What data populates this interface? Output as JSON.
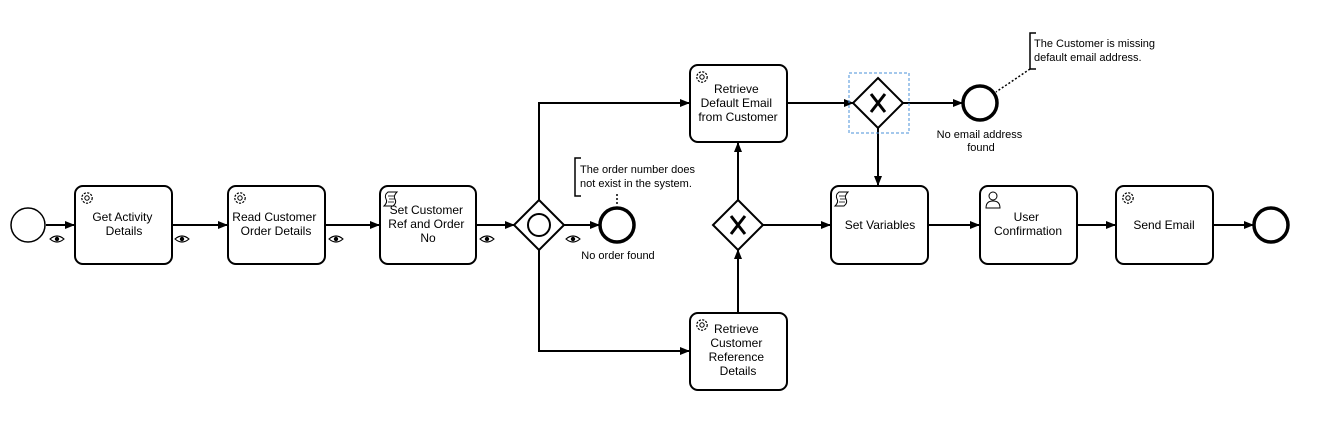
{
  "tasks": {
    "get_activity": {
      "lines": [
        "Get Activity",
        "Details"
      ],
      "icon": "service-task-gear-icon"
    },
    "read_customer": {
      "lines": [
        "Read Customer",
        "Order Details"
      ],
      "icon": "service-task-gear-icon"
    },
    "set_customer_ref": {
      "lines": [
        "Set Customer",
        "Ref and Order",
        "No"
      ],
      "icon": "script-task-icon"
    },
    "retrieve_email": {
      "lines": [
        "Retrieve",
        "Default Email",
        "from Customer"
      ],
      "icon": "service-task-gear-icon"
    },
    "retrieve_ref": {
      "lines": [
        "Retrieve",
        "Customer",
        "Reference",
        "Details"
      ],
      "icon": "service-task-gear-icon"
    },
    "set_variables": {
      "lines": [
        "Set Variables"
      ],
      "icon": "script-task-icon"
    },
    "user_confirmation": {
      "lines": [
        "User",
        "Confirmation"
      ],
      "icon": "user-task-icon"
    },
    "send_email": {
      "lines": [
        "Send Email"
      ],
      "icon": "service-task-gear-icon"
    }
  },
  "events": {
    "no_order_found": {
      "label": "No order found"
    },
    "no_email_found": {
      "label_lines": [
        "No email address",
        "found"
      ]
    }
  },
  "annotations": {
    "order_missing": {
      "lines": [
        "The order number does",
        "not exist in the system."
      ]
    },
    "email_missing": {
      "lines": [
        "The Customer is missing",
        "default email address."
      ]
    }
  },
  "colors": {
    "stroke": "#000000",
    "selection": "#4a90d9"
  }
}
